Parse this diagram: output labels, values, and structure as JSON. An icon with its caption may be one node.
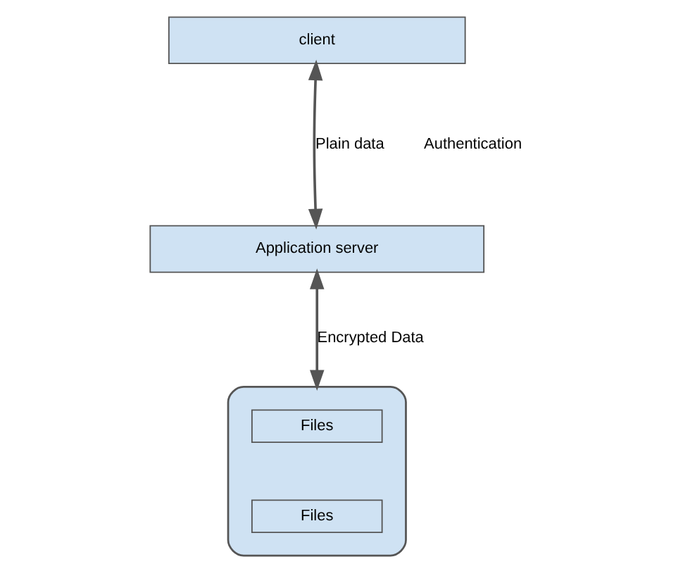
{
  "diagram": {
    "nodes": [
      {
        "text": [
          "client"
        ]
      },
      {
        "text": [
          "Application server"
        ]
      },
      {
        "text": [],
        "shape": "cylinder"
      },
      {
        "text": [
          "Files"
        ],
        "in": 2
      },
      {
        "text": [
          "Files"
        ],
        "in": 2
      }
    ],
    "edges": [
      {
        "from": 0,
        "to": 1,
        "arrow": "both",
        "label": "Plain data"
      },
      {
        "from": 1,
        "to": 2,
        "arrow": "both",
        "label": "Encrypted Data"
      }
    ],
    "labels": [
      "Authentication"
    ]
  }
}
